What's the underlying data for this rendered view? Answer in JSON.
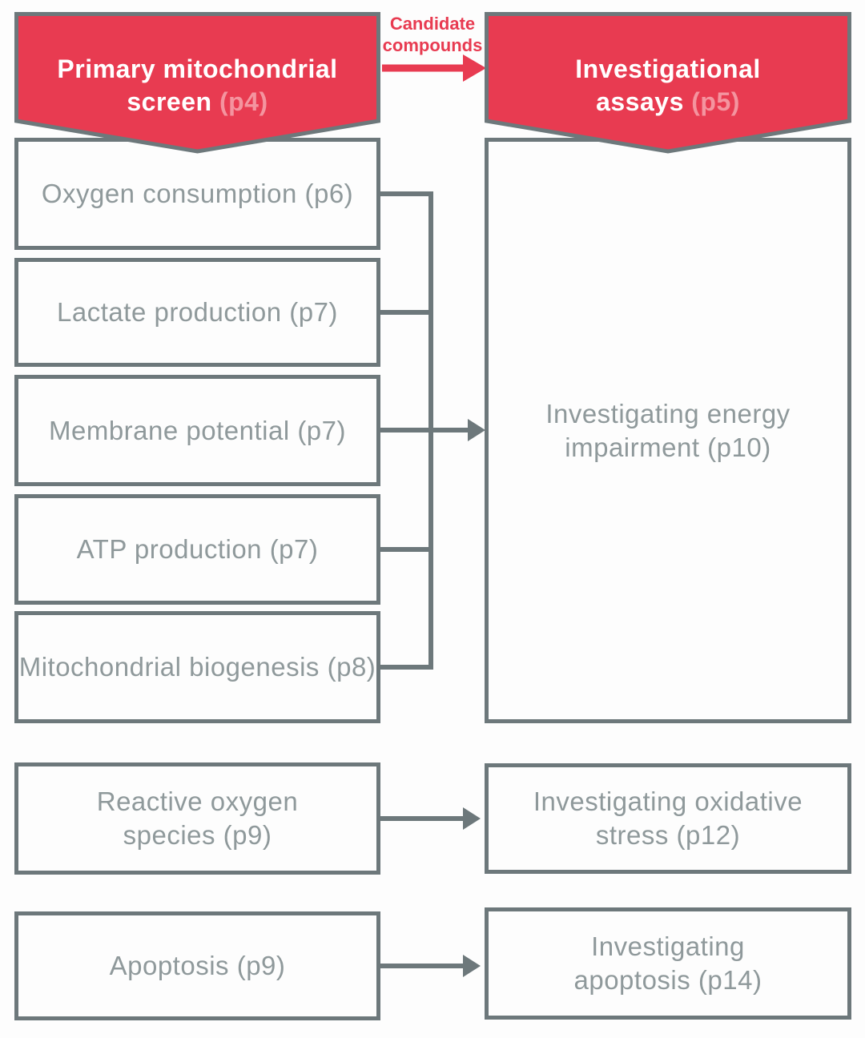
{
  "palette": {
    "red": "#e83b51",
    "pink": "#f4949f",
    "line": "#6d787b",
    "text": "#8f999b",
    "bg": "#fdfdfd"
  },
  "banners": {
    "primary": {
      "line1": "Primary mitochondrial",
      "line2": "screen",
      "page": "(p4)"
    },
    "investigational": {
      "line1": "Investigational",
      "line2": "assays",
      "page": "(p5)"
    }
  },
  "transfer_label": {
    "line1": "Candidate",
    "line2": "compounds"
  },
  "screen_boxes": [
    {
      "label": "Oxygen consumption (p6)"
    },
    {
      "label": "Lactate production (p7)"
    },
    {
      "label": "Membrane potential (p7)"
    },
    {
      "label": "ATP production (p7)"
    },
    {
      "label": "Mitochondrial biogenesis (p8)"
    }
  ],
  "stress_box": {
    "line1": "Reactive oxygen",
    "line2": "species (p9)"
  },
  "apoptosis_box": {
    "label": "Apoptosis (p9)"
  },
  "assay_boxes": {
    "energy": {
      "line1": "Investigating energy",
      "line2": "impairment (p10)"
    },
    "oxidative": {
      "line1": "Investigating oxidative",
      "line2": "stress (p12)"
    },
    "apoptosis": {
      "line1": "Investigating",
      "line2": "apoptosis (p14)"
    }
  }
}
